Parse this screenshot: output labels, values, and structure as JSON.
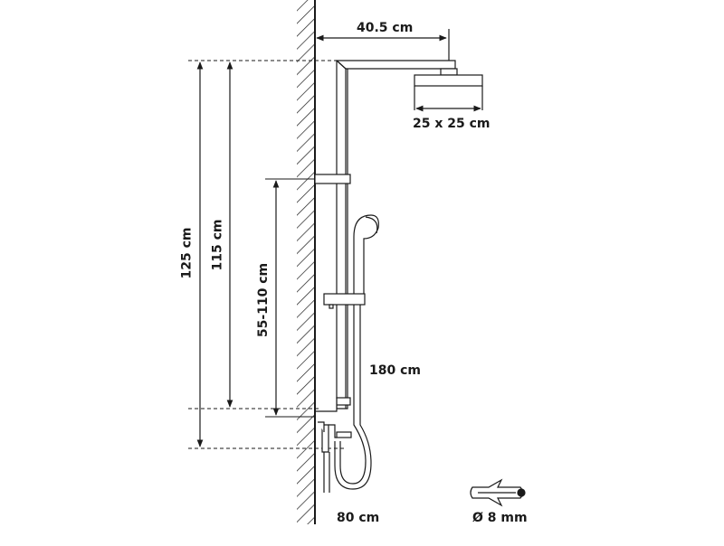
{
  "diagram": {
    "type": "technical-dimension-drawing",
    "subject": "shower-column",
    "line_color": "#1a1a1a",
    "background": "#ffffff"
  },
  "labels": {
    "arm_reach": "40.5 cm",
    "head_size": "25 x 25 cm",
    "total_height": "125 cm",
    "rail_height": "115 cm",
    "adjust_range": "55-110 cm",
    "hose_length": "180 cm",
    "bottom_width": "80 cm",
    "dowel_size": "Ø 8 mm"
  },
  "parts": [
    {
      "name": "wall",
      "icon": "hatched-wall"
    },
    {
      "name": "shower-column-pipe"
    },
    {
      "name": "overhead-arm"
    },
    {
      "name": "rain-shower-head"
    },
    {
      "name": "slide-bracket"
    },
    {
      "name": "hand-shower"
    },
    {
      "name": "shower-hose"
    },
    {
      "name": "mixer-valve"
    },
    {
      "name": "wall-dowel",
      "icon": "dowel-icon"
    }
  ]
}
